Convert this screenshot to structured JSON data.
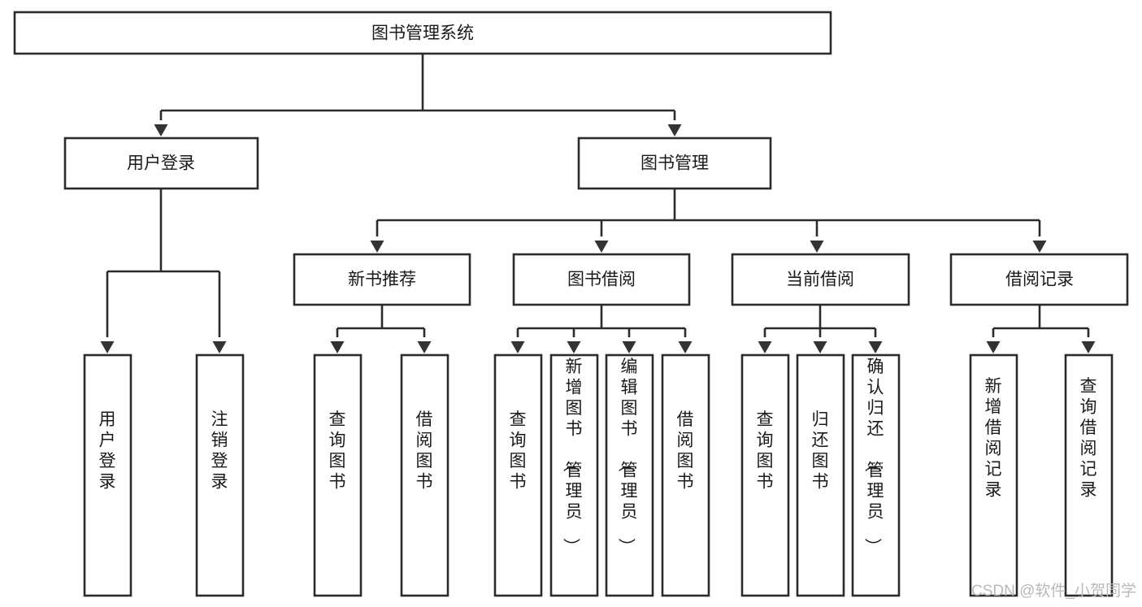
{
  "diagram": {
    "type": "hierarchy-tree",
    "title": "图书管理系统",
    "orientation": "top-down",
    "levels": 4,
    "colors": {
      "box_stroke": "#2b2b2b",
      "box_fill": "#ffffff",
      "connector": "#2b2b2b",
      "arrow": "#333333",
      "text": "#1a1a1a",
      "watermark": "#b9b9b9",
      "background": "#ffffff"
    }
  },
  "root": {
    "label": "图书管理系统"
  },
  "level2": [
    {
      "label": "用户登录"
    },
    {
      "label": "图书管理"
    }
  ],
  "level3": [
    {
      "label": "新书推荐"
    },
    {
      "label": "图书借阅"
    },
    {
      "label": "当前借阅"
    },
    {
      "label": "借阅记录"
    }
  ],
  "leaves": {
    "user_login": [
      {
        "label": "用户登录"
      },
      {
        "label": "注销登录"
      }
    ],
    "new_book_recommend": [
      {
        "label": "查询图书"
      },
      {
        "label": "借阅图书"
      }
    ],
    "book_borrow": [
      {
        "label": "查询图书"
      },
      {
        "label": "新增图书（管理员）"
      },
      {
        "label": "编辑图书（管理员）"
      },
      {
        "label": "借阅图书"
      }
    ],
    "current_borrow": [
      {
        "label": "查询图书"
      },
      {
        "label": "归还图书"
      },
      {
        "label": "确认归还（管理员）"
      }
    ],
    "borrow_record": [
      {
        "label": "新增借阅记录"
      },
      {
        "label": "查询借阅记录"
      }
    ]
  },
  "watermark": {
    "text": "CSDN @软件_小贺同学"
  }
}
